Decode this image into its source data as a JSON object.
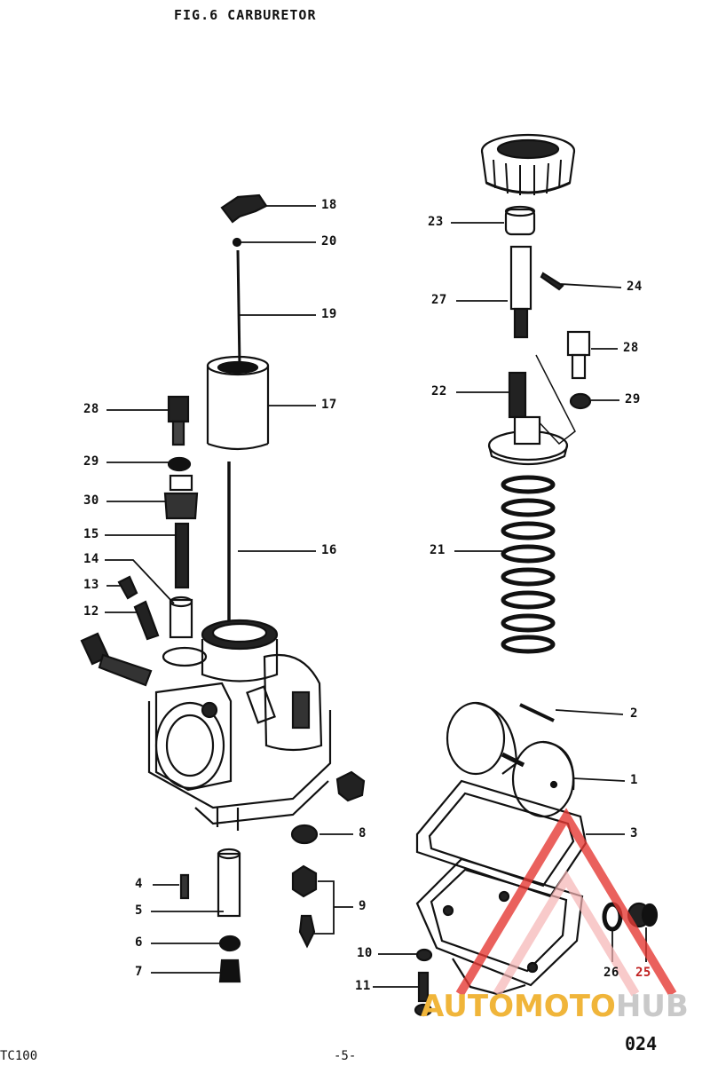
{
  "title": "FIG.6 CARBURETOR",
  "footer": {
    "left": "TC100",
    "center": "-5-",
    "right": "024"
  },
  "watermark": {
    "part1": "AUTOMOTO",
    "part2": "HUB",
    "accent": "#e02525"
  },
  "callouts": [
    {
      "id": "c18",
      "text": "18"
    },
    {
      "id": "c20",
      "text": "20"
    },
    {
      "id": "c19",
      "text": "19"
    },
    {
      "id": "c17",
      "text": "17"
    },
    {
      "id": "c16",
      "text": "16"
    },
    {
      "id": "c28a",
      "text": "28"
    },
    {
      "id": "c29a",
      "text": "29"
    },
    {
      "id": "c30",
      "text": "30"
    },
    {
      "id": "c15",
      "text": "15"
    },
    {
      "id": "c14",
      "text": "14"
    },
    {
      "id": "c13",
      "text": "13"
    },
    {
      "id": "c12",
      "text": "12"
    },
    {
      "id": "c23",
      "text": "23"
    },
    {
      "id": "c24",
      "text": "24"
    },
    {
      "id": "c27",
      "text": "27"
    },
    {
      "id": "c28b",
      "text": "28"
    },
    {
      "id": "c22",
      "text": "22"
    },
    {
      "id": "c29b",
      "text": "29"
    },
    {
      "id": "c21",
      "text": "21"
    },
    {
      "id": "c2",
      "text": "2"
    },
    {
      "id": "c1",
      "text": "1"
    },
    {
      "id": "c3",
      "text": "3"
    },
    {
      "id": "c8",
      "text": "8"
    },
    {
      "id": "c4",
      "text": "4"
    },
    {
      "id": "c5",
      "text": "5"
    },
    {
      "id": "c6",
      "text": "6"
    },
    {
      "id": "c7",
      "text": "7"
    },
    {
      "id": "c9",
      "text": "9"
    },
    {
      "id": "c10",
      "text": "10"
    },
    {
      "id": "c11",
      "text": "11"
    },
    {
      "id": "c26",
      "text": "26"
    },
    {
      "id": "c25",
      "text": "25"
    }
  ]
}
